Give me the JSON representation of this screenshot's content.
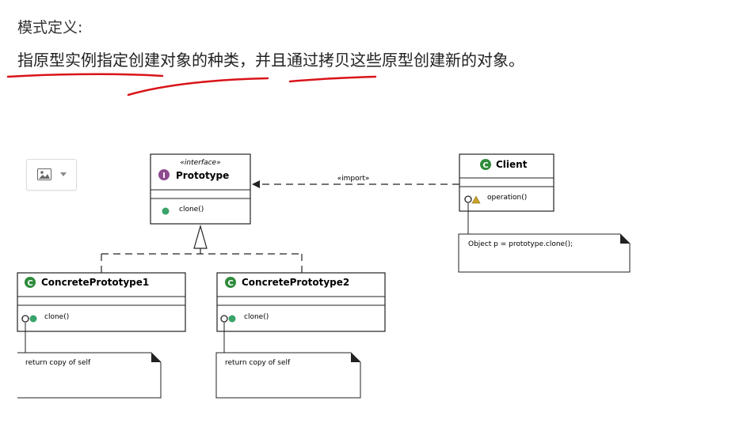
{
  "heading": "模式定义:",
  "definition": "指原型实例指定创建对象的种类，并且通过拷贝这些原型创建新的对象。",
  "toolbar": {
    "image_button_icon": "image-icon",
    "dropdown_icon": "chevron-down-icon"
  },
  "colors": {
    "annotation": "#d9141a",
    "interface_badge": "#8e4a8e",
    "class_badge": "#2e8b3a",
    "method_dot": "#3aa36a",
    "warning": "#c9a227"
  },
  "diagram": {
    "prototype": {
      "stereotype": "«interface»",
      "badge": "I",
      "name": "Prototype",
      "method": "clone()"
    },
    "client": {
      "badge": "C",
      "name": "Client",
      "method": "operation()"
    },
    "concrete1": {
      "badge": "C",
      "name": "ConcretePrototype1",
      "method": "clone()"
    },
    "concrete2": {
      "badge": "C",
      "name": "ConcretePrototype2",
      "method": "clone()"
    },
    "import_label": "«import»",
    "client_note": "Object p = prototype.clone();",
    "concrete1_note": "return copy of self",
    "concrete2_note": "return copy of self"
  }
}
